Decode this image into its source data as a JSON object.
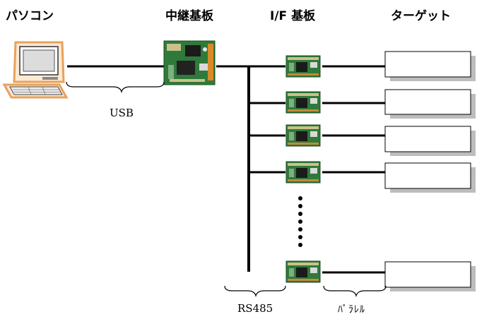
{
  "headers": {
    "pc": "パソコン",
    "relay_board": "中継基板",
    "if_board": "I/F 基板",
    "target": "ターゲット"
  },
  "labels": {
    "usb": "USB",
    "rs485": "RS485",
    "parallel": "ﾊﾟﾗﾚﾙ"
  },
  "icons": {
    "computer": "desktop-computer-icon",
    "relay_board": "circuit-board-icon",
    "if_board": "small-circuit-board-icon"
  },
  "colors": {
    "line": "#000000",
    "board_green": "#2f7a3a",
    "computer_outline": "#e8a15a",
    "box_shadow": "#bdbdbd"
  },
  "if_board_count_visible": 5,
  "target_count_visible": 5
}
